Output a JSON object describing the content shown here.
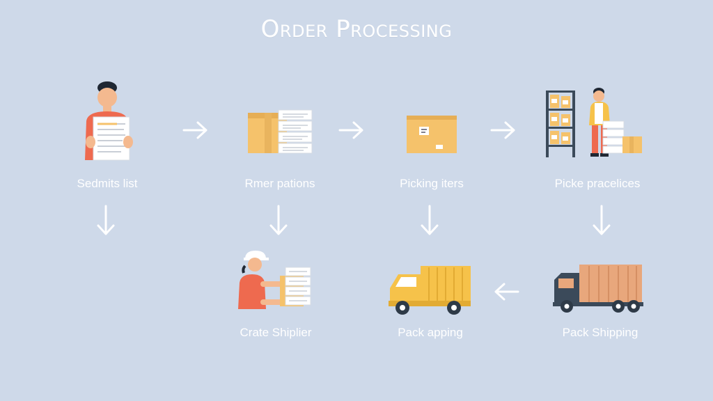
{
  "title": "Order Processing",
  "steps": [
    {
      "id": "submit",
      "label": "Sedmits list",
      "icon": "person-with-list-icon"
    },
    {
      "id": "packages",
      "label": "Rmer pations",
      "icon": "boxes-with-papers-icon"
    },
    {
      "id": "picking",
      "label": "Picking iters",
      "icon": "box-icon"
    },
    {
      "id": "shelf",
      "label": "Picke pracelices",
      "icon": "warehouse-worker-icon"
    },
    {
      "id": "crate",
      "label": "Crate Shiplier",
      "icon": "worker-with-boxes-icon"
    },
    {
      "id": "pack-app",
      "label": "Pack apping",
      "icon": "yellow-truck-icon"
    },
    {
      "id": "pack-ship",
      "label": "Pack Shipping",
      "icon": "orange-truck-icon"
    }
  ],
  "colors": {
    "background": "#ced9e9",
    "box": "#f5c26b",
    "accent": "#ee6a4f",
    "truck_yellow": "#f6c24a",
    "truck_orange": "#e8a77c",
    "dark": "#3b4a5a"
  }
}
